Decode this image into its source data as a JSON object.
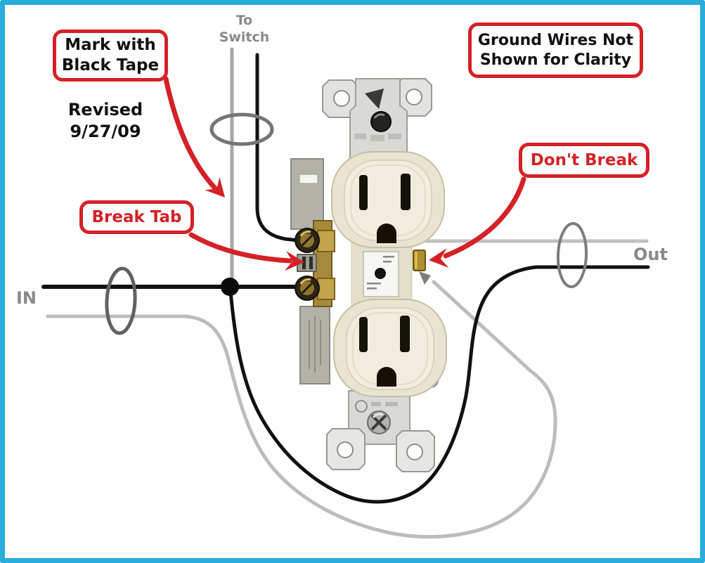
{
  "frame": {
    "border_color": "#2aacdd",
    "background": "#ffffff"
  },
  "labels": {
    "to_switch_line1": "To",
    "to_switch_line2": "Switch",
    "in": "IN",
    "out": "Out",
    "revised_line1": "Revised",
    "revised_line2": "9/27/09"
  },
  "callouts": {
    "mark_tape_line1": "Mark with",
    "mark_tape_line2": "Black Tape",
    "ground_line1": "Ground Wires Not",
    "ground_line2": "Shown for Clarity",
    "dont_break": "Don't Break",
    "break_tab": "Break Tab"
  },
  "colors": {
    "callout_border": "#d42127",
    "arrow_red": "#d42127",
    "hot_wire_black": "#111111",
    "switch_leg_gray": "#a6a6a6",
    "neutral_gray": "#bcbcbc",
    "cable_marker_gray": "#6e6e6e",
    "label_gray": "#8a8a8a",
    "receptacle_cream": "#e9e4d0",
    "strap_metal": "#d9d9d5",
    "brass_terminal": "#b3923a"
  }
}
